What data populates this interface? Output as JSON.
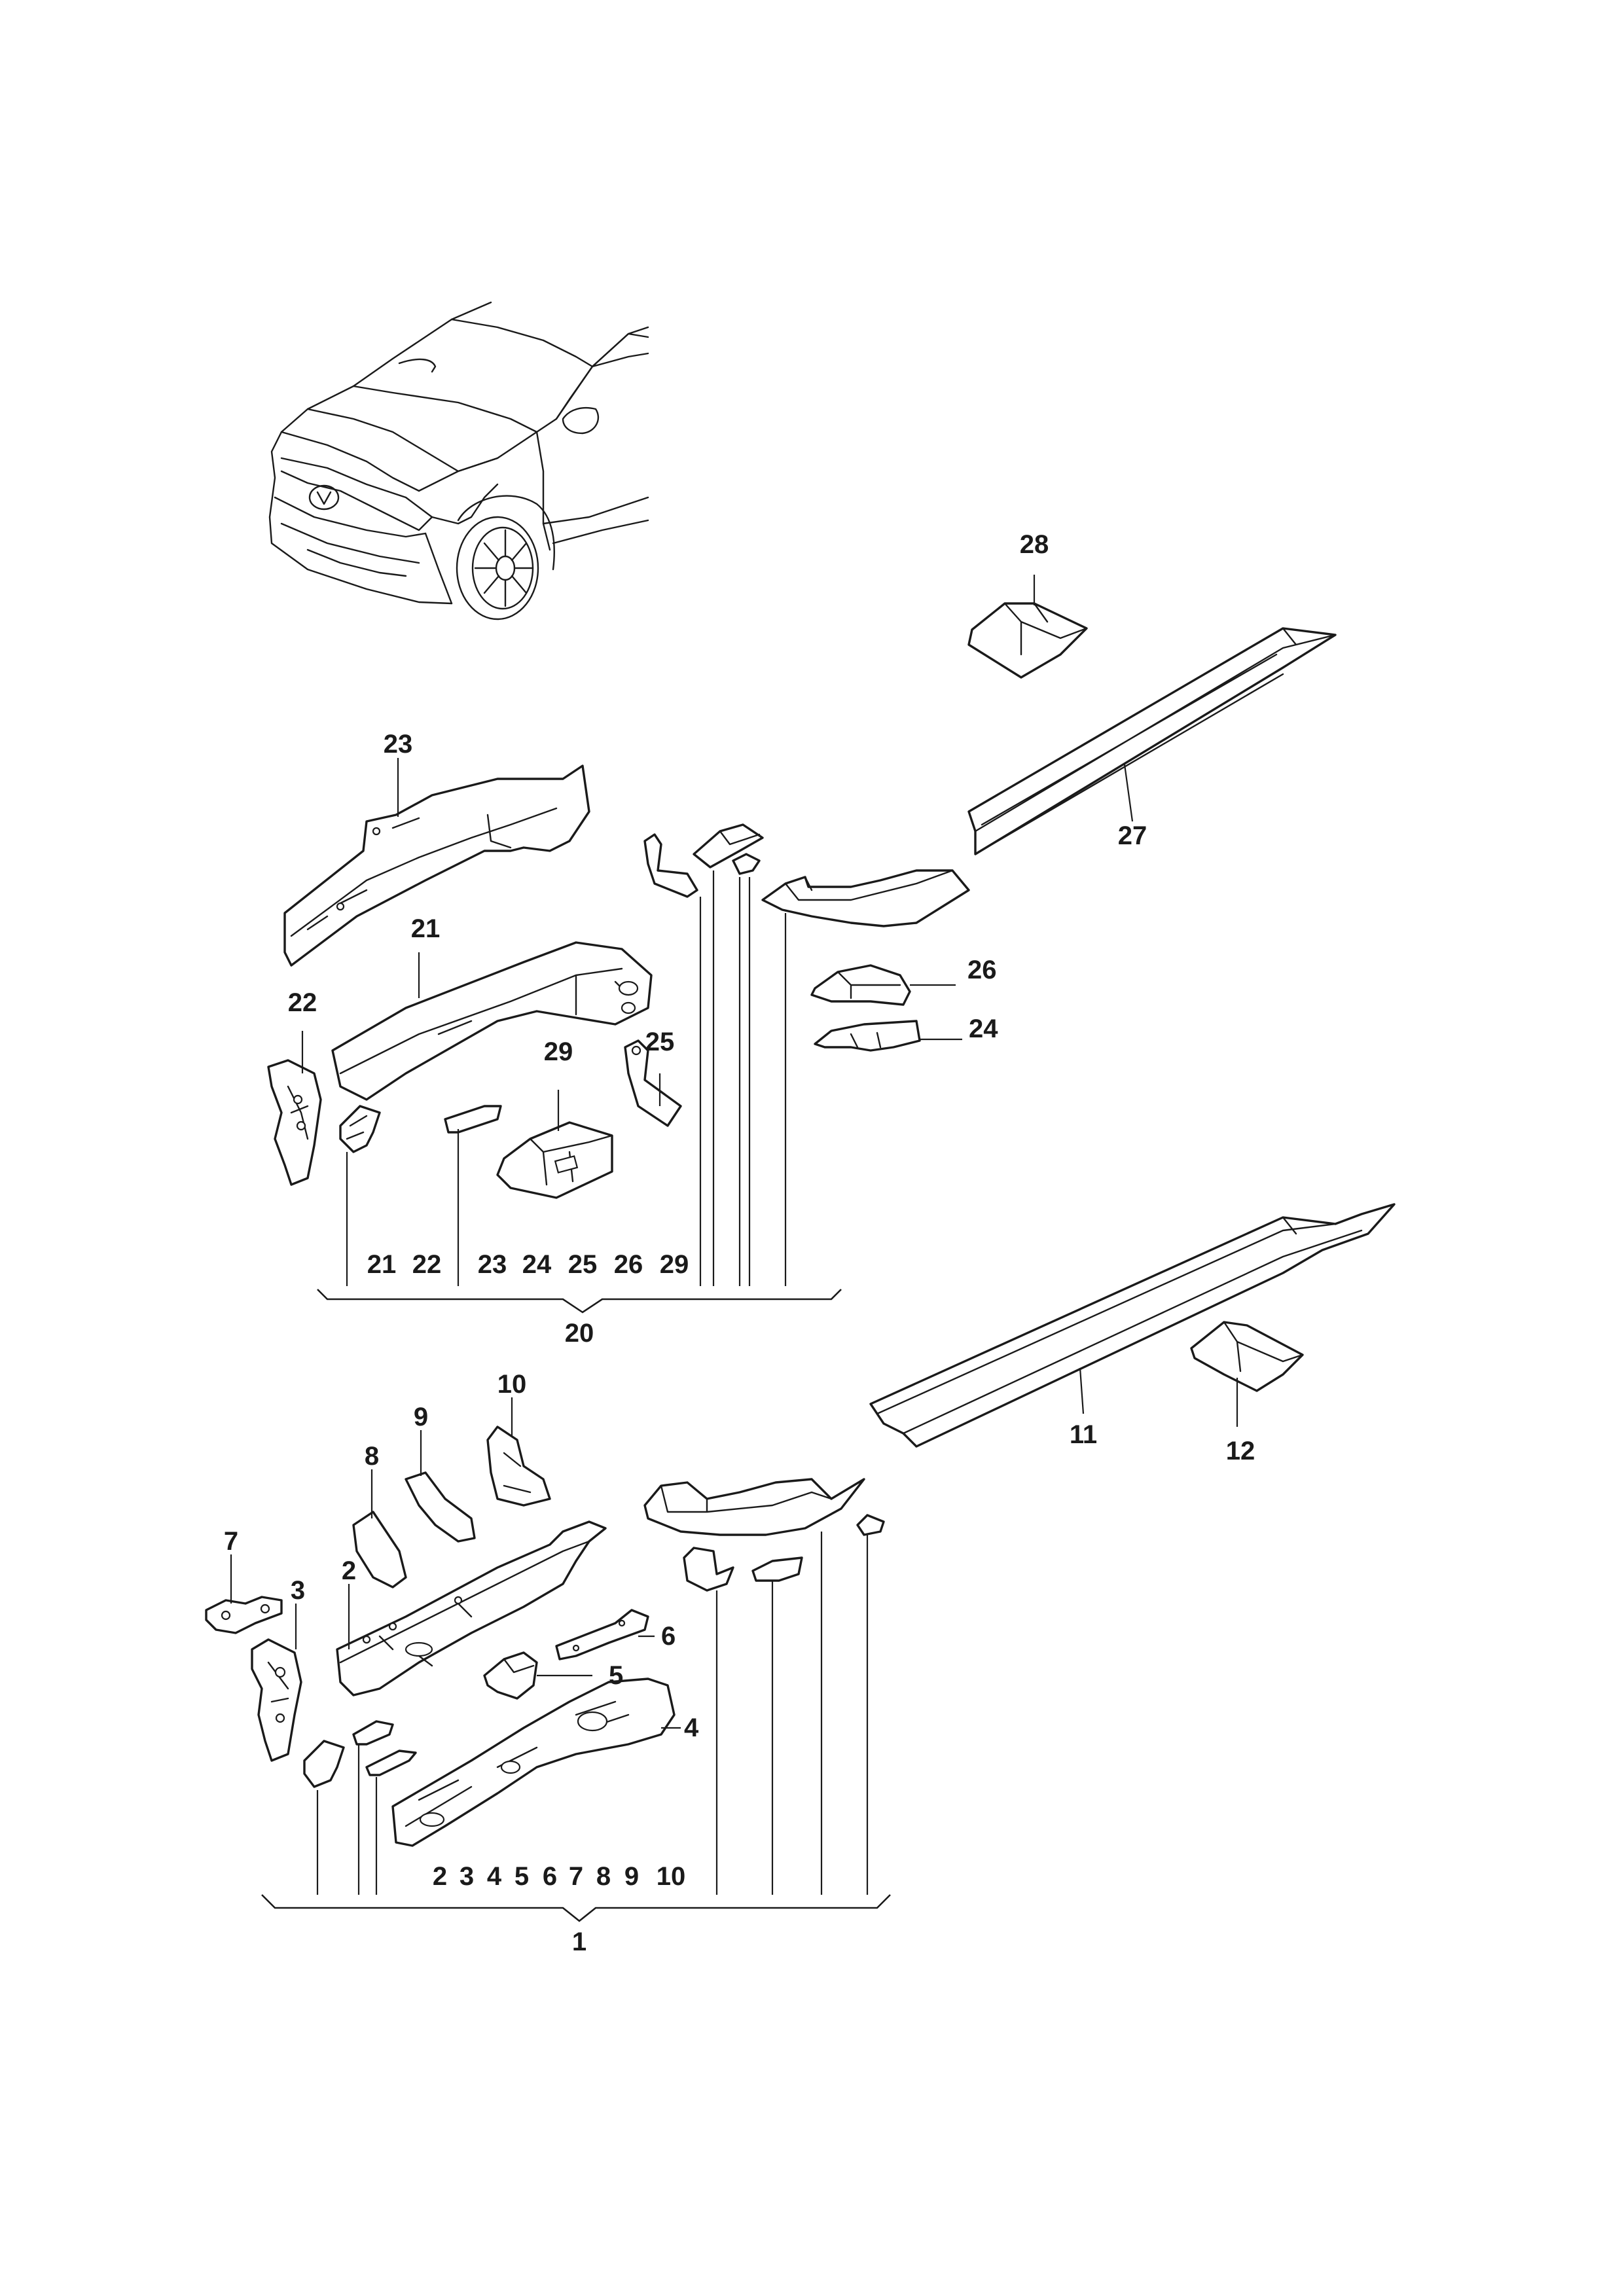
{
  "parts": [
    {
      "id": "p1",
      "label": "1"
    },
    {
      "id": "p2",
      "label": "2"
    },
    {
      "id": "p3",
      "label": "3"
    },
    {
      "id": "p4",
      "label": "4"
    },
    {
      "id": "p5",
      "label": "5"
    },
    {
      "id": "p6",
      "label": "6"
    },
    {
      "id": "p7",
      "label": "7"
    },
    {
      "id": "p8",
      "label": "8"
    },
    {
      "id": "p9",
      "label": "9"
    },
    {
      "id": "p10",
      "label": "10"
    },
    {
      "id": "p11",
      "label": "11"
    },
    {
      "id": "p12",
      "label": "12"
    },
    {
      "id": "p20",
      "label": "20"
    },
    {
      "id": "p21",
      "label": "21"
    },
    {
      "id": "p22",
      "label": "22"
    },
    {
      "id": "p23",
      "label": "23"
    },
    {
      "id": "p24",
      "label": "24"
    },
    {
      "id": "p25",
      "label": "25"
    },
    {
      "id": "p26",
      "label": "26"
    },
    {
      "id": "p27",
      "label": "27"
    },
    {
      "id": "p28",
      "label": "28"
    },
    {
      "id": "p29",
      "label": "29"
    }
  ],
  "group_20_members": [
    "21",
    "22",
    "23",
    "24",
    "25",
    "26",
    "29"
  ],
  "group_1_members": [
    "2",
    "3",
    "4",
    "5",
    "6",
    "7",
    "8",
    "9",
    "10"
  ]
}
